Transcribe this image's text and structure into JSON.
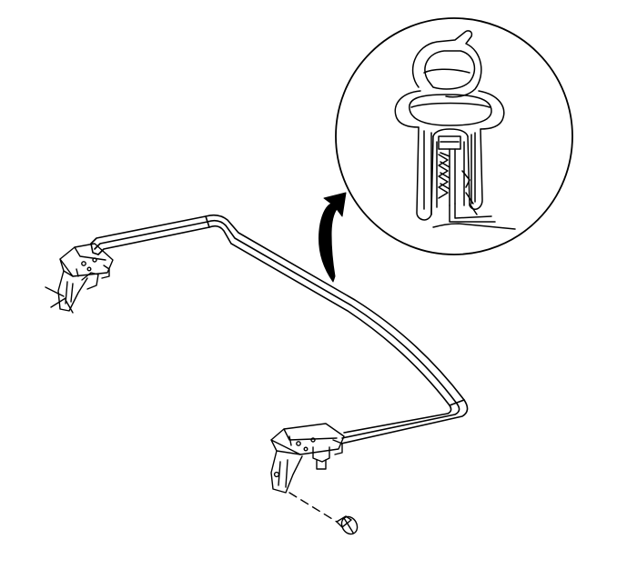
{
  "figure": {
    "line_color": "#000000",
    "background": "#ffffff",
    "parts": [
      "seal-bar",
      "left-mounting-bracket",
      "right-mounting-bracket",
      "retaining-bolt",
      "leader-arrow",
      "seal-cross-section-detail"
    ]
  }
}
